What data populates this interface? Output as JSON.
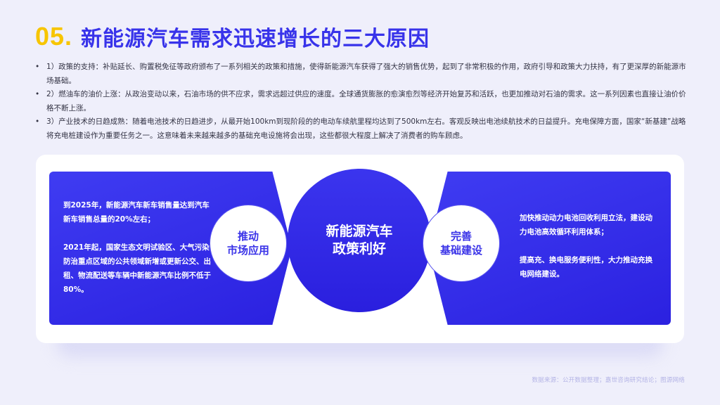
{
  "header": {
    "number": "05.",
    "title": "新能源汽车需求迅速增长的三大原因"
  },
  "bullets": [
    "1）政策的支持：补贴延长、购置税免征等政府颁布了一系列相关的政策和措施，使得新能源汽车获得了强大的销售优势，起到了非常积极的作用，政府引导和政策大力扶持，有了更深厚的新能源市场基础。",
    "2）燃油车的油价上涨：从政治变动以来，石油市场的供不应求，需求远超过供应的速度。全球通货膨胀的愈演愈烈等经济开始复苏和活跃，也更加推动对石油的需求。这一系列因素也直接让油价价格不断上涨。",
    "3）产业技术的日趋成熟：随着电池技术的日趋进步，从最开始100km到现阶段的的电动车续航里程均达到了500km左右。客观反映出电池续航技术的日益提升。充电保障方面，国家“新基建”战略将充电桩建设作为重要任务之一。这意味着未来越来越多的基础充电设施将会出现，这些都很大程度上解决了消费者的购车顾虑。"
  ],
  "bullet_marker": "•",
  "left_panel": {
    "para1": "到2025年，新能源汽车新车销售量达到汽车新车销售总量的20%左右；",
    "para2": "2021年起，国家生态文明试验区、大气污染防治重点区域的公共领域新增或更新公交、出租、物流配送等车辆中新能源汽车比例不低于80%。"
  },
  "right_panel": {
    "para1": "加快推动动力电池回收利用立法，建设动力电池高效循环利用体系；",
    "para2": "提高充、换电服务便利性，大力推动充换电网络建设。"
  },
  "circles": {
    "left_line1": "推动",
    "left_line2": "市场应用",
    "center_line1": "新能源汽车",
    "center_line2": "政策利好",
    "right_line1": "完善",
    "right_line2": "基础建设"
  },
  "footer": {
    "source": "数据来源：公开数据整理；嘉世咨询研究结论；图源网络"
  },
  "colors": {
    "accent_blue": "#3833ea",
    "accent_yellow": "#f7c500",
    "background": "#efeffb"
  }
}
